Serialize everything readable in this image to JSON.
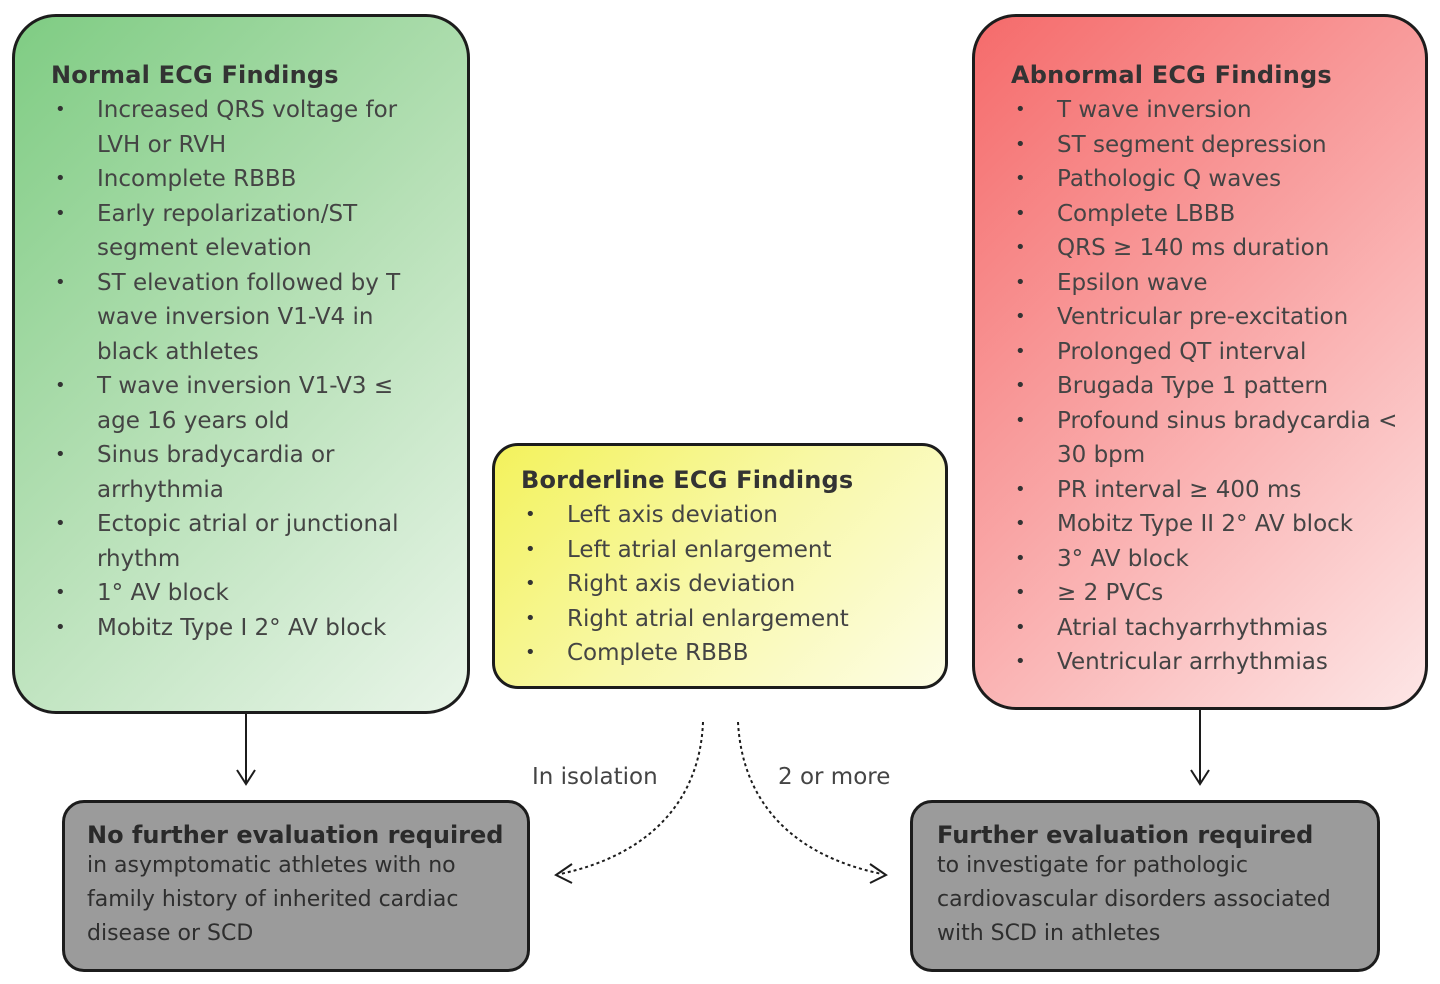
{
  "normal": {
    "title": "Normal ECG Findings",
    "items": [
      "Increased QRS voltage for LVH or RVH",
      "Incomplete RBBB",
      "Early repolarization/ST segment elevation",
      "ST elevation followed by T wave inversion V1-V4 in black athletes",
      "T wave inversion V1-V3 ≤ age 16 years old",
      "Sinus bradycardia or arrhythmia",
      "Ectopic atrial or junctional rhythm",
      "1° AV block",
      "Mobitz Type I 2° AV block"
    ]
  },
  "borderline": {
    "title": "Borderline ECG Findings",
    "items": [
      "Left axis deviation",
      "Left atrial enlargement",
      "Right axis deviation",
      "Right atrial enlargement",
      "Complete RBBB"
    ]
  },
  "abnormal": {
    "title": "Abnormal ECG Findings",
    "items": [
      "T wave inversion",
      "ST segment depression",
      "Pathologic Q waves",
      "Complete LBBB",
      "QRS ≥ 140 ms duration",
      "Epsilon wave",
      "Ventricular pre-excitation",
      "Prolonged QT interval",
      "Brugada Type 1 pattern",
      "Profound sinus bradycardia < 30 bpm",
      "PR interval ≥ 400 ms",
      "Mobitz Type II 2° AV block",
      "3° AV block",
      "≥ 2 PVCs",
      "Atrial tachyarrhythmias",
      "Ventricular arrhythmias"
    ]
  },
  "edges": {
    "isolation_label": "In isolation",
    "two_or_more_label": "2 or more"
  },
  "outcomes": {
    "no_further": {
      "title": "No further evaluation required",
      "text": "in asymptomatic athletes with no family history of inherited cardiac disease or SCD"
    },
    "further": {
      "title": "Further evaluation required",
      "text": "to investigate for pathologic cardiovascular disorders associated with SCD in athletes"
    }
  }
}
